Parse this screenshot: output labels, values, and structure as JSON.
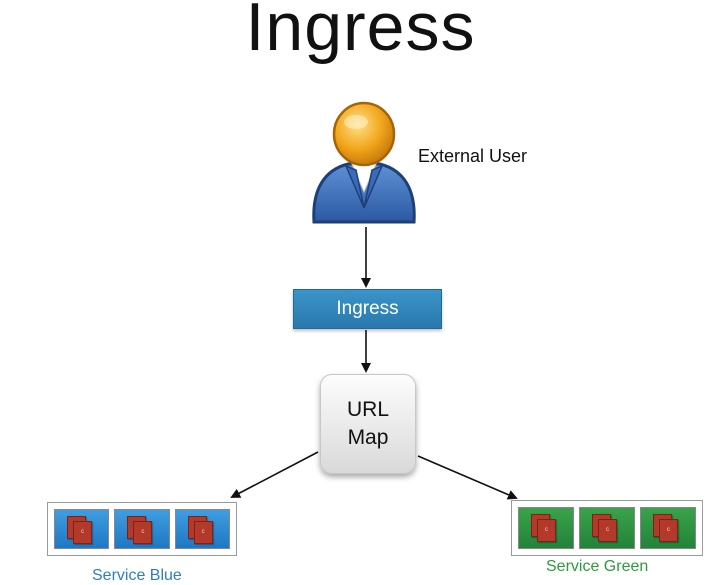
{
  "title": "Ingress",
  "user": {
    "label": "External User",
    "icon": "user-icon"
  },
  "ingress": {
    "label": "Ingress",
    "color": "#2e86bd"
  },
  "url_map": {
    "line1": "URL",
    "line2": "Map"
  },
  "services": {
    "blue": {
      "label": "Service Blue",
      "color": "#2b7fc0",
      "pod_count": 3
    },
    "green": {
      "label": "Service Green",
      "color": "#2f9a3e",
      "pod_count": 3
    }
  },
  "pod_glyph": "c"
}
